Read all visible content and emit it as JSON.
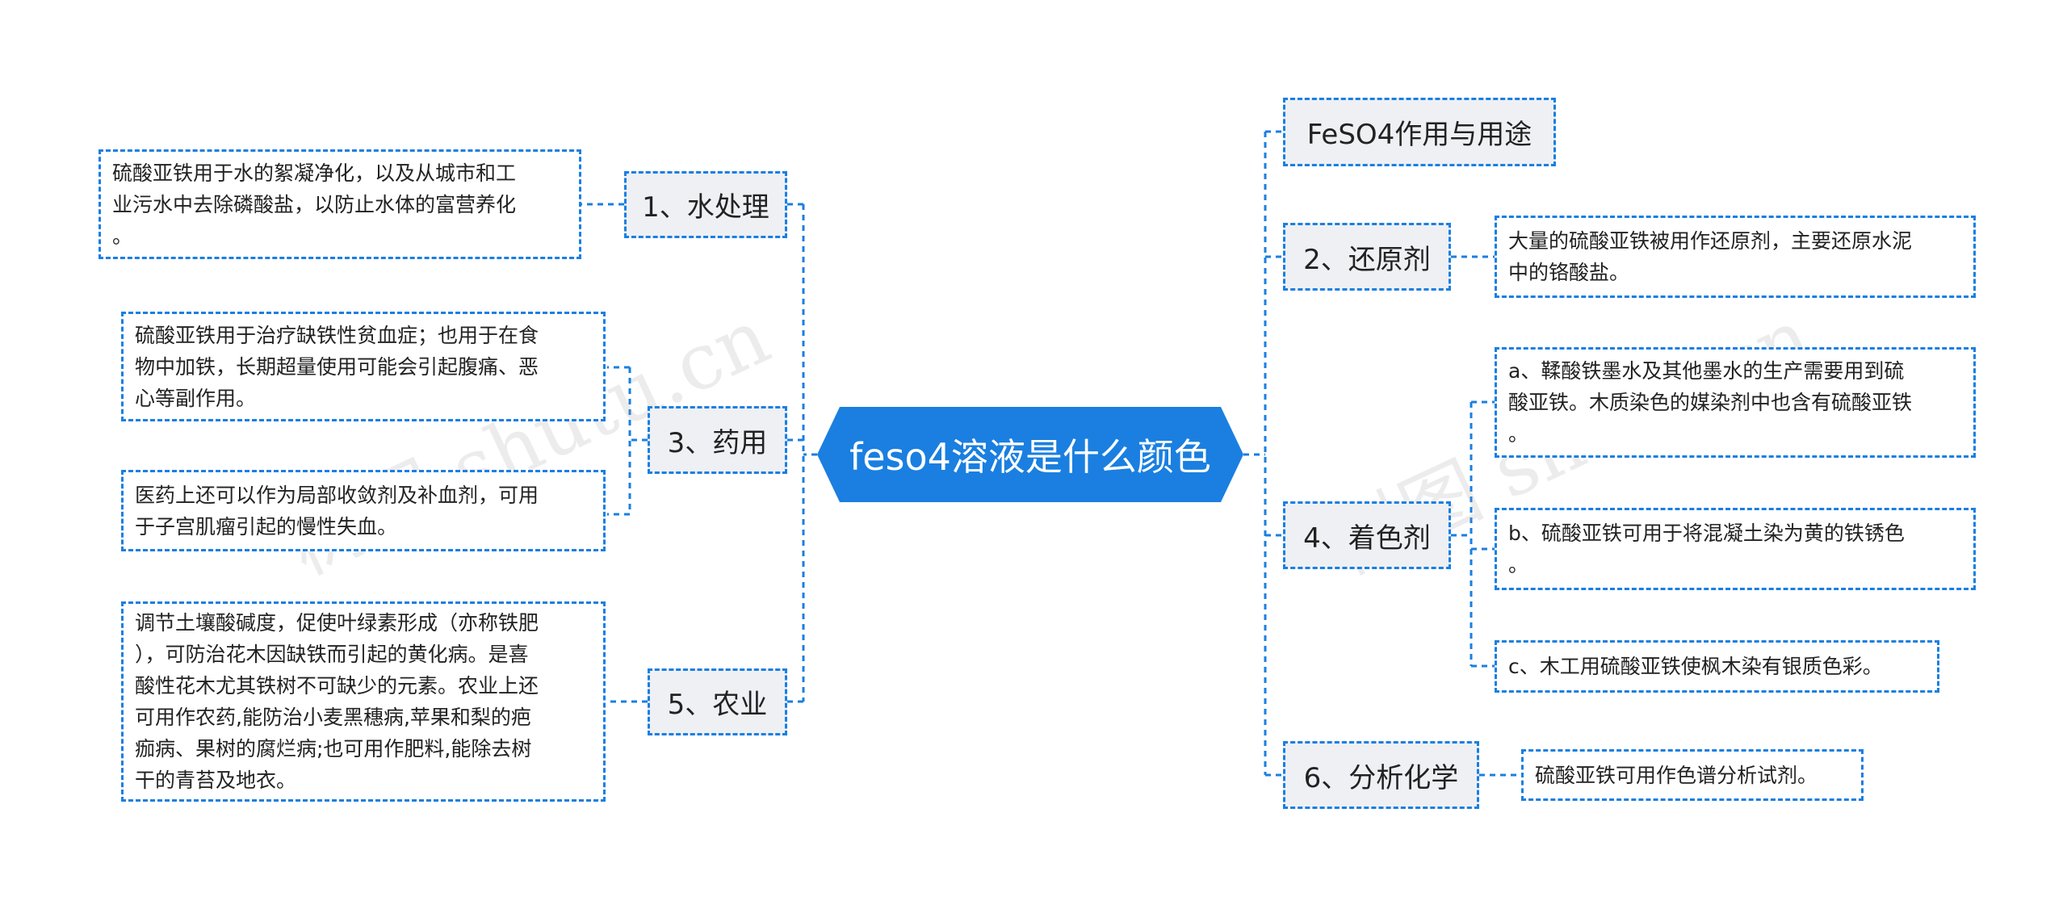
{
  "root": {
    "title": "feso4溶液是什么颜色"
  },
  "left": [
    {
      "label": "1、水处理",
      "leaves": [
        "硫酸亚铁用于水的絮凝净化，以及从城市和工业污水中去除磷酸盐，以防止水体的富营养化。"
      ]
    },
    {
      "label": "3、药用",
      "leaves": [
        "硫酸亚铁用于治疗缺铁性贫血症；也用于在食物中加铁，长期超量使用可能会引起腹痛、恶心等副作用。",
        "医药上还可以作为局部收敛剂及补血剂，可用于子宫肌瘤引起的慢性失血。"
      ]
    },
    {
      "label": "5、农业",
      "leaves": [
        "调节土壤酸碱度，促使叶绿素形成（亦称铁肥），可防治花木因缺铁而引起的黄化病。是喜酸性花木尤其铁树不可缺少的元素。农业上还可用作农药,能防治小麦黑穗病,苹果和梨的疤痂病、果树的腐烂病;也可用作肥料,能除去树干的青苔及地衣。"
      ]
    }
  ],
  "right": [
    {
      "label": "FeSO4作用与用途",
      "leaves": []
    },
    {
      "label": "2、还原剂",
      "leaves": [
        "大量的硫酸亚铁被用作还原剂，主要还原水泥中的铬酸盐。"
      ]
    },
    {
      "label": "4、着色剂",
      "leaves": [
        "a、鞣酸铁墨水及其他墨水的生产需要用到硫酸亚铁。木质染色的媒染剂中也含有硫酸亚铁。",
        "b、硫酸亚铁可用于将混凝土染为黄的铁锈色。",
        "c、木工用硫酸亚铁使枫木染有银质色彩。"
      ]
    },
    {
      "label": "6、分析化学",
      "leaves": [
        "硫酸亚铁可用作色谱分析试剂。"
      ]
    }
  ],
  "leaf_lines": {
    "L1": [
      "硫酸亚铁用于水的絮凝净化，以及从城市和工",
      "业污水中去除磷酸盐，以防止水体的富营养化",
      "。"
    ],
    "L3a": [
      "硫酸亚铁用于治疗缺铁性贫血症；也用于在食",
      "物中加铁，长期超量使用可能会引起腹痛、恶",
      "心等副作用。"
    ],
    "L3b": [
      "医药上还可以作为局部收敛剂及补血剂，可用",
      "于子宫肌瘤引起的慢性失血。"
    ],
    "L5": [
      "调节土壤酸碱度，促使叶绿素形成（亦称铁肥",
      "），可防治花木因缺铁而引起的黄化病。是喜",
      "酸性花木尤其铁树不可缺少的元素。农业上还",
      "可用作农药,能防治小麦黑穗病,苹果和梨的疤",
      "痂病、果树的腐烂病;也可用作肥料,能除去树",
      "干的青苔及地衣。"
    ],
    "R2": [
      "大量的硫酸亚铁被用作还原剂，主要还原水泥",
      "中的铬酸盐。"
    ],
    "R4a": [
      "a、鞣酸铁墨水及其他墨水的生产需要用到硫",
      "酸亚铁。木质染色的媒染剂中也含有硫酸亚铁",
      "。"
    ],
    "R4b": [
      "b、硫酸亚铁可用于将混凝土染为黄的铁锈色",
      "。"
    ],
    "R4c": [
      "c、木工用硫酸亚铁使枫木染有银质色彩。"
    ],
    "R6": [
      "硫酸亚铁可用作色谱分析试剂。"
    ]
  },
  "watermark": "树图 shutu.cn",
  "colors": {
    "accent": "#1a7fe0",
    "branch_bg": "#eef0f4",
    "text": "#222222"
  }
}
